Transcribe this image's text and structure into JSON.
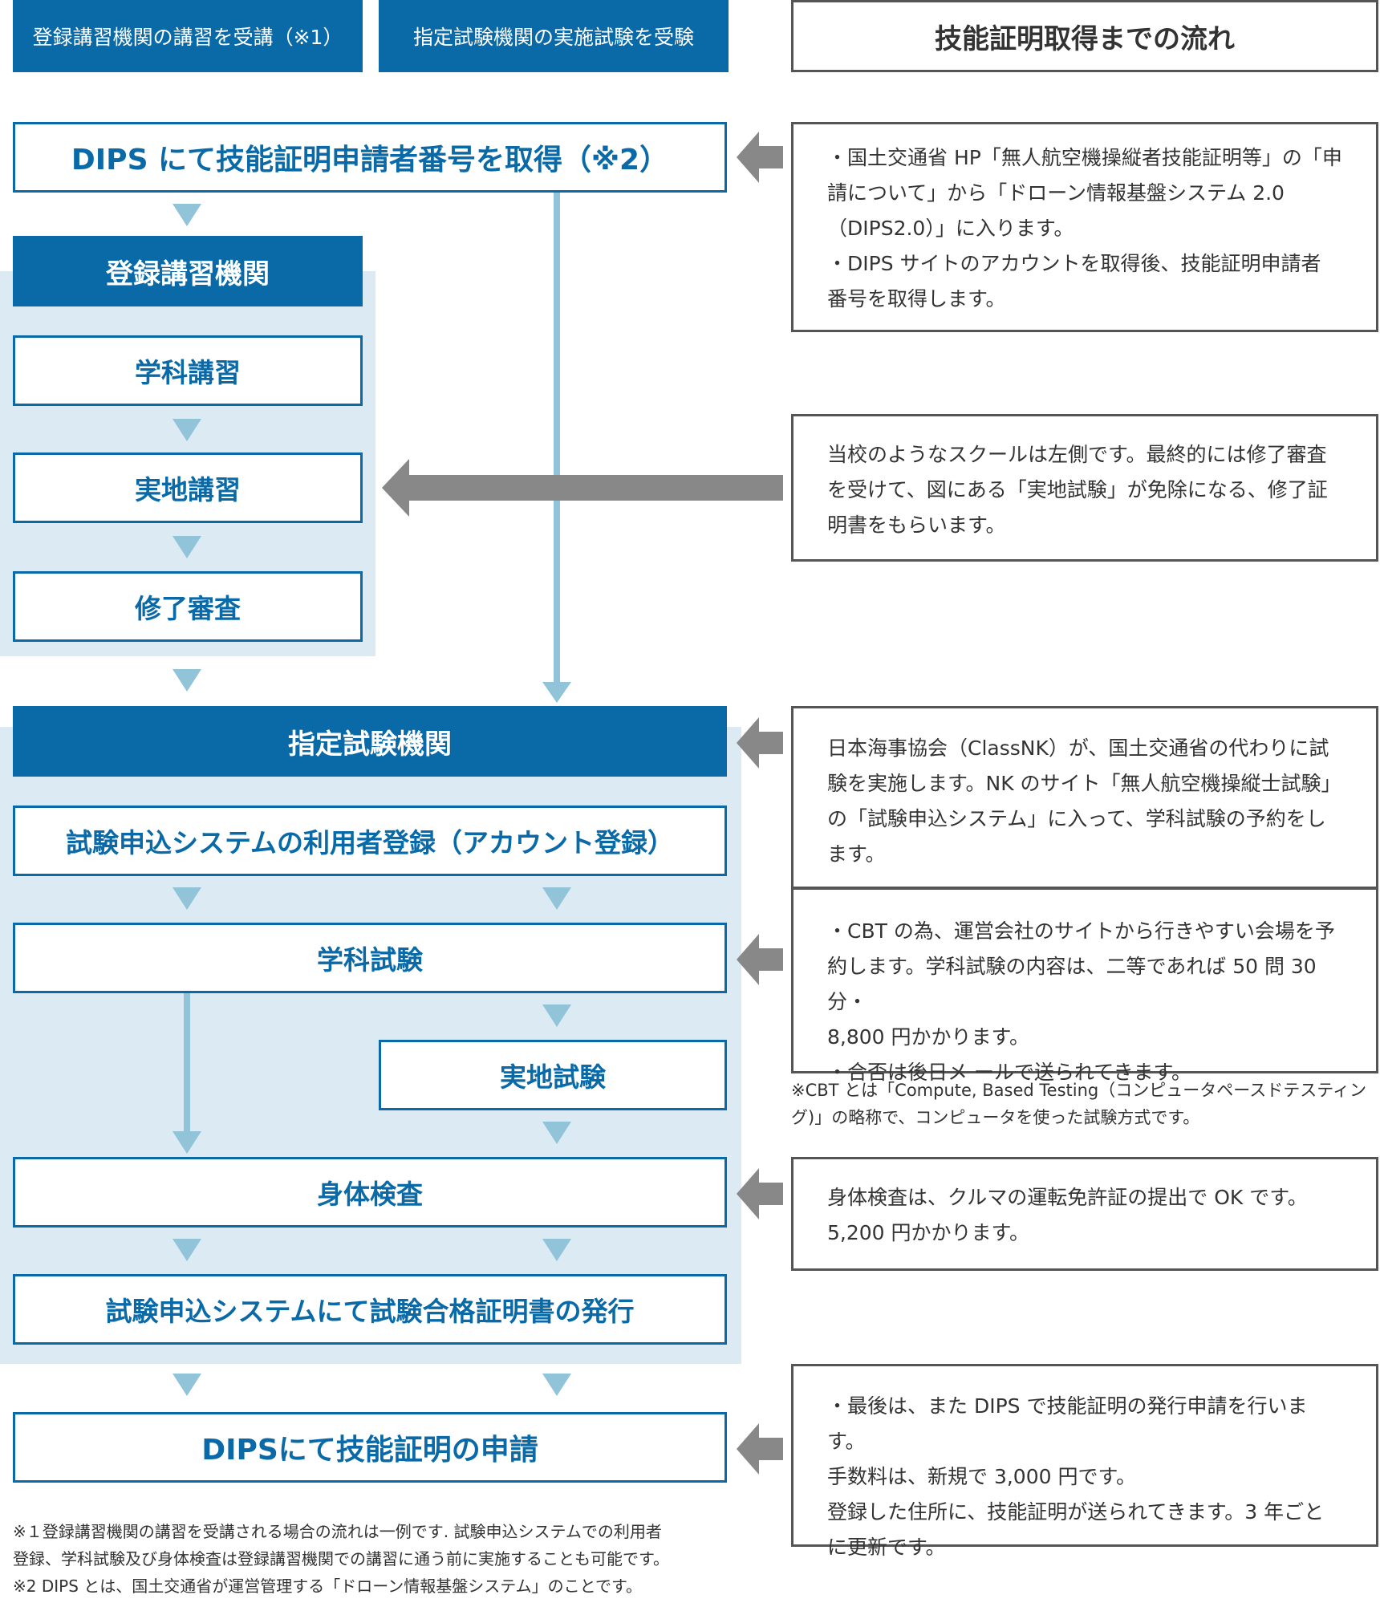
{
  "top_tabs": [
    "登録講習機関の講習を受講（※1）",
    "指定試験機関の実施試験を受験"
  ],
  "flow_title": "技能証明取得までの流れ",
  "steps": {
    "dips_number": "DIPS にて技能証明申請者番号を取得（※2）",
    "registered_institution": "登録講習機関",
    "academic_course": "学科講習",
    "practical_course": "実地講習",
    "completion_exam": "修了審査",
    "designated_institution": "指定試験機関",
    "user_registration": "試験申込システムの利用者登録（アカウント登録）",
    "academic_exam": "学科試験",
    "practical_exam": "実地試験",
    "physical_exam": "身体検査",
    "certificate_issue": "試験申込システムにて試験合格証明書の発行",
    "dips_application": "DIPSにて技能証明の申請"
  },
  "notes": {
    "dips": [
      "・国土交通省 HP「無人航空機操縦者技能証明等」の「申",
      "請について」から「ドローン情報基盤システム 2.0",
      "（DIPS2.0）」に入ります。",
      "・DIPS サイトのアカウントを取得後、技能証明申請者",
      "番号を取得します。"
    ],
    "school": [
      "当校のようなスクールは左側です。最終的には修了審査",
      "を受けて、図にある「実地試験」が免除になる、修了証",
      "明書をもらいます。"
    ],
    "classnk": [
      "日本海事協会（ClassNK）が、国土交通省の代わりに試",
      "験を実施します。NK のサイト「無人航空機操縦士試験」",
      "の「試験申込システム」に入って、学科試験の予約をし",
      "ます。"
    ],
    "cbt": [
      "・CBT の為、運営会社のサイトから行きやすい会場を予",
      "約します。学科試験の内容は、二等であれば 50 問 30 分・",
      "8,800 円かかります。",
      "・合否は後日メ ールで送られてきます。"
    ],
    "cbt_footnote": [
      "※CBT とは「Compute, Based Testing（コンピュータペースドテスティン",
      "グ)」の略称で、コンピュータを使った試験方式です。"
    ],
    "physical": [
      "身体検査は、クルマの運転免許証の提出で OK です。",
      "5,200 円かかります。"
    ],
    "final": [
      "・最後は、また DIPS で技能証明の発行申請を行います。",
      "手数料は、新規で 3,000 円です。",
      "登録した住所に、技能証明が送られてきます。3 年ごと",
      "に更新です。"
    ]
  },
  "footnotes": [
    "※１登録講習機関の講習を受講される場合の流れは一例です. 試験申込システムでの利用者",
    "登録、学科試験及び身体検査は登録講習機関での講習に通う前に実施することも可能です。",
    "※2 DIPS とは、国土交通省が運営管理する「ドローン情報基盤システム」のことです。"
  ],
  "colors": {
    "primary_blue": "#0a6aa8",
    "light_blue_panel": "#dceaf3",
    "connector_blue": "#91c3d9",
    "gray_arrow": "#888888"
  }
}
